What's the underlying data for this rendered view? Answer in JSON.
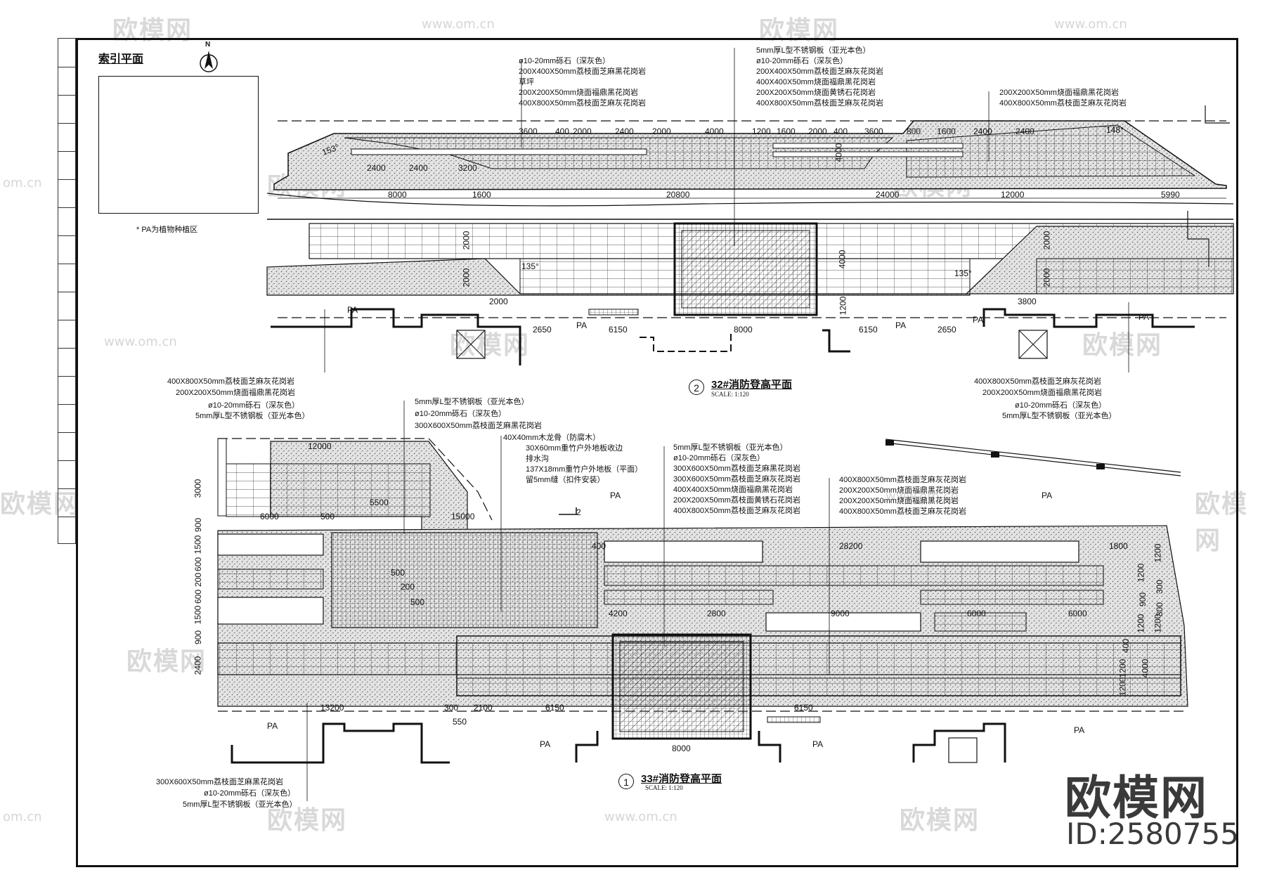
{
  "watermark": {
    "brand": "欧模网",
    "url": "www.om.cn",
    "url_short": "om.cn"
  },
  "index": {
    "title": "索引平面",
    "note": "* PA为植物种植区",
    "north": "N"
  },
  "plan2": {
    "number": "2",
    "title": "32#消防登高平面",
    "scale": "SCALE:  1:120",
    "callout_top_left": [
      "ø10-20mm砾石（深灰色）",
      "200X400X50mm荔枝面芝麻黑花岗岩",
      "草坪",
      "200X200X50mm烧面福鼎黑花岗岩",
      "400X800X50mm荔枝面芝麻灰花岗岩"
    ],
    "callout_top_center": [
      "5mm厚L型不锈钢板（亚光本色）",
      "ø10-20mm砾石（深灰色）",
      "200X400X50mm荔枝面芝麻灰花岗岩",
      "400X400X50mm烧面福鼎黑花岗岩",
      "200X200X50mm烧面黄锈石花岗岩",
      "400X800X50mm荔枝面芝麻灰花岗岩"
    ],
    "callout_top_right": [
      "200X200X50mm烧面福鼎黑花岗岩",
      "400X800X50mm荔枝面芝麻灰花岗岩"
    ],
    "callout_bottom_left": [
      "400X800X50mm荔枝面芝麻灰花岗岩",
      "200X200X50mm烧面福鼎黑花岗岩",
      "ø10-20mm砾石（深灰色）",
      "5mm厚L型不锈钢板（亚光本色）"
    ],
    "callout_bottom_right": [
      "400X800X50mm荔枝面芝麻灰花岗岩",
      "200X200X50mm烧面福鼎黑花岗岩",
      "ø10-20mm砾石（深灰色）",
      "5mm厚L型不锈钢板（亚光本色）"
    ],
    "dims_top": [
      "3600",
      "400",
      "2000",
      "2400",
      "2000",
      "4000",
      "1200",
      "1600",
      "2000",
      "400",
      "3600",
      "800",
      "1600",
      "2400",
      "2400"
    ],
    "dims_row2": [
      "2400",
      "2400",
      "3200"
    ],
    "dims_row3": [
      "8000",
      "1600",
      "20800",
      "24000",
      "12000",
      "5990"
    ],
    "dims_vert": [
      "2000",
      "2000",
      "4000",
      "2000",
      "2000",
      "4000",
      "1200"
    ],
    "dims_bottom": [
      "2000",
      "2650",
      "6150",
      "8000",
      "6150",
      "2650",
      "3800"
    ],
    "angles": [
      "153°",
      "135°",
      "135°",
      "148°"
    ],
    "pa": [
      "PA",
      "PA",
      "PA",
      "PA",
      "PA"
    ]
  },
  "plan1": {
    "number": "1",
    "title": "33#消防登高平面",
    "scale": "SCALE:  1:120",
    "callout_top_left": [
      "5mm厚L型不锈钢板（亚光本色）",
      "ø10-20mm砾石（深灰色）",
      "300X600X50mm荔枝面芝麻黑花岗岩"
    ],
    "callout_top_mid": [
      "40X40mm木龙骨（防腐木）",
      "30X60mm重竹户外地板收边",
      "排水沟",
      "137X18mm重竹户外地板（平面）",
      "留5mm缝（扣件安装）"
    ],
    "callout_top_center": [
      "5mm厚L型不锈钢板（亚光本色）",
      "ø10-20mm砾石（深灰色）",
      "300X600X50mm荔枝面芝麻黑花岗岩",
      "300X600X50mm荔枝面芝麻灰花岗岩",
      "400X400X50mm烧面福鼎黑花岗岩",
      "200X200X50mm荔枝面黄锈石花岗岩",
      "400X800X50mm荔枝面芝麻灰花岗岩"
    ],
    "callout_top_right": [
      "400X800X50mm荔枝面芝麻灰花岗岩",
      "200X200X50mm烧面福鼎黑花岗岩",
      "200X200X50mm烧面福鼎黑花岗岩",
      "400X800X50mm荔枝面芝麻灰花岗岩"
    ],
    "callout_bottom_left": [
      "300X600X50mm荔枝面芝麻黑花岗岩",
      "ø10-20mm砾石（深灰色）",
      "5mm厚L型不锈钢板（亚光本色）"
    ],
    "dims_top": [
      "12000",
      "5500",
      "6000",
      "500",
      "15000",
      "28200",
      "1800"
    ],
    "dims_mid": [
      "400",
      "500",
      "200",
      "500",
      "4200",
      "2800",
      "9000",
      "6000",
      "6000"
    ],
    "dims_left_vert": [
      "3000",
      "900",
      "1500",
      "600",
      "200",
      "600",
      "1500",
      "900",
      "2400"
    ],
    "dims_right_vert": [
      "1200",
      "1200",
      "300",
      "900",
      "300",
      "1200",
      "1200",
      "400",
      "1200",
      "4000",
      "1200"
    ],
    "dims_bottom": [
      "13200",
      "300",
      "2100",
      "6150",
      "550",
      "8000",
      "6150"
    ],
    "section_mark": "2",
    "pa": [
      "PA",
      "PA",
      "PA",
      "PA",
      "PA",
      "PA"
    ]
  },
  "brand_block": {
    "name": "欧模网",
    "id": "ID:2580755"
  },
  "colors": {
    "line": "#111111",
    "watermark": "#d9d9d9",
    "gravel": "#bfbfbf"
  }
}
